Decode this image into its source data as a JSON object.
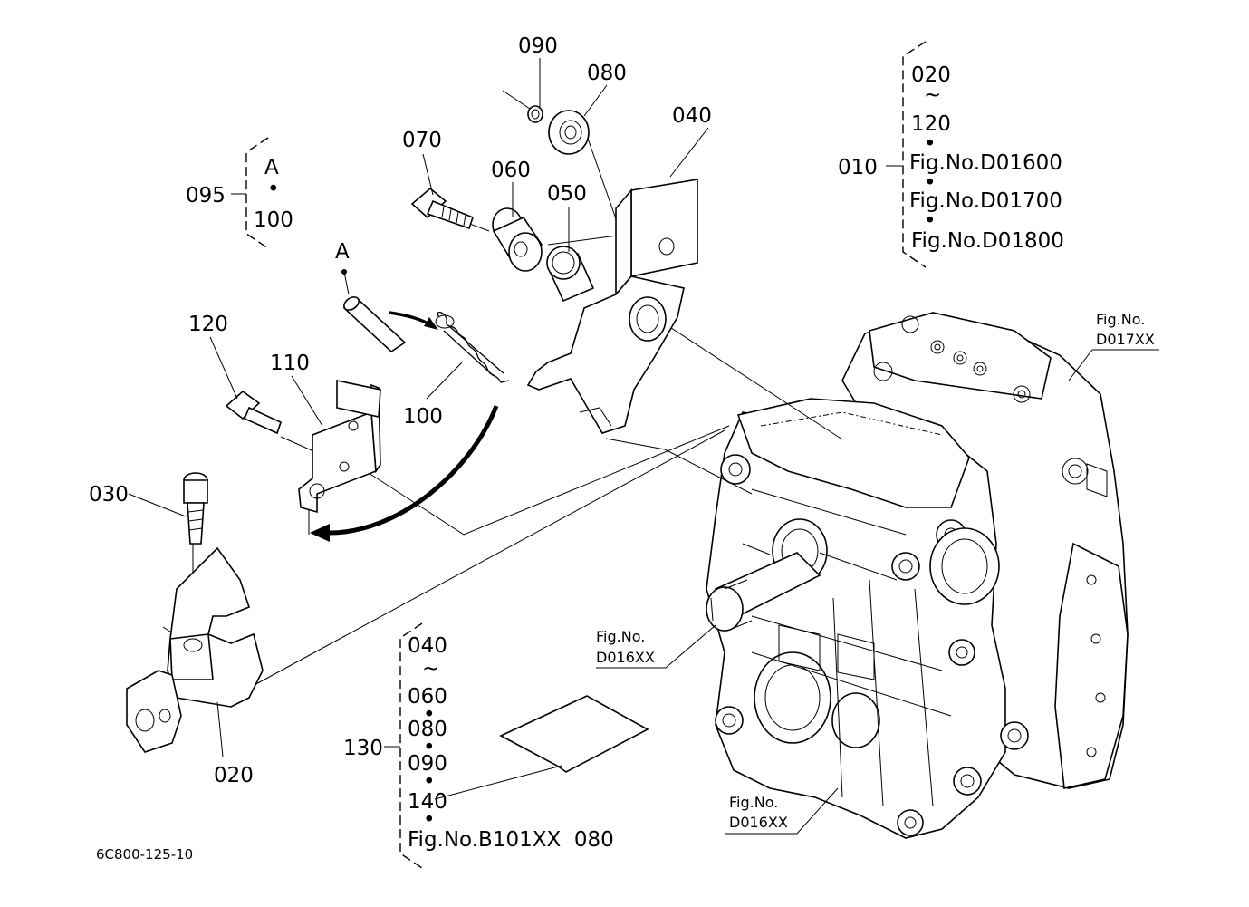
{
  "diagram_code": "6C800-125-10",
  "callouts": {
    "c020": "020",
    "c030": "030",
    "c040": "040",
    "c050": "050",
    "c060": "060",
    "c070": "070",
    "c080": "080",
    "c090": "090",
    "c100": "100",
    "c110": "110",
    "c120": "120",
    "ref_a": "A"
  },
  "group_095": {
    "label": "095",
    "items": [
      "A",
      "•",
      "100"
    ]
  },
  "group_010": {
    "label": "010",
    "items": [
      "020",
      "~",
      "120",
      "•",
      "Fig.No.D01600",
      "•",
      "Fig.No.D01700",
      "•",
      "Fig.No.D01800"
    ]
  },
  "group_130": {
    "label": "130",
    "items": [
      "040",
      "~",
      "060",
      "•",
      "080",
      "•",
      "090",
      "•",
      "140",
      "•",
      "Fig.No.B101XX  080"
    ]
  },
  "figrefs": {
    "d017": {
      "line1": "Fig.No.",
      "line2": "D017XX"
    },
    "d016a": {
      "line1": "Fig.No.",
      "line2": "D016XX"
    },
    "d016b": {
      "line1": "Fig.No.",
      "line2": "D016XX"
    }
  }
}
